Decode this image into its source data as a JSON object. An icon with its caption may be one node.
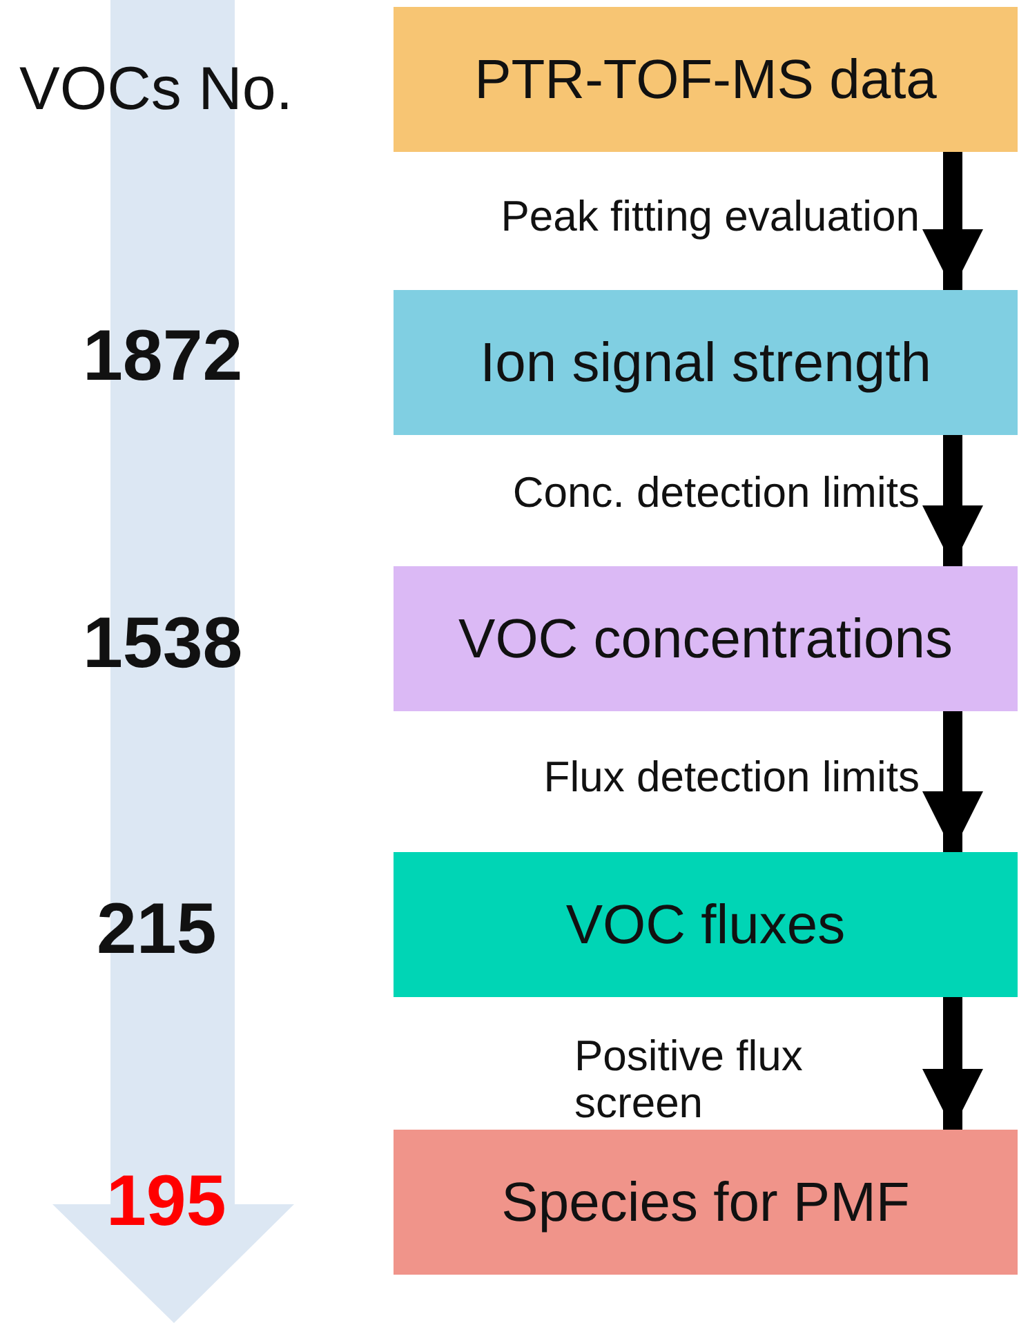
{
  "diagram": {
    "nodes": [
      {
        "text": [
          "PTR-TOF-MS data"
        ]
      },
      {
        "text": [
          "Ion signal strength"
        ]
      },
      {
        "text": [
          "VOC concentrations"
        ]
      },
      {
        "text": [
          "VOC fluxes"
        ]
      },
      {
        "text": [
          "Species for PMF"
        ]
      }
    ],
    "edges": [
      {
        "from": 0,
        "to": 1,
        "arrow": "to",
        "label": "Peak fitting evaluation"
      },
      {
        "from": 1,
        "to": 2,
        "arrow": "to",
        "label": "Conc. detection limits"
      },
      {
        "from": 2,
        "to": 3,
        "arrow": "to",
        "label": "Flux detection limits"
      },
      {
        "from": 3,
        "to": 4,
        "arrow": "to",
        "label": "Positive flux screen"
      }
    ],
    "labels": [
      "VOCs No.",
      "1872",
      "1538",
      "215",
      "195"
    ]
  }
}
